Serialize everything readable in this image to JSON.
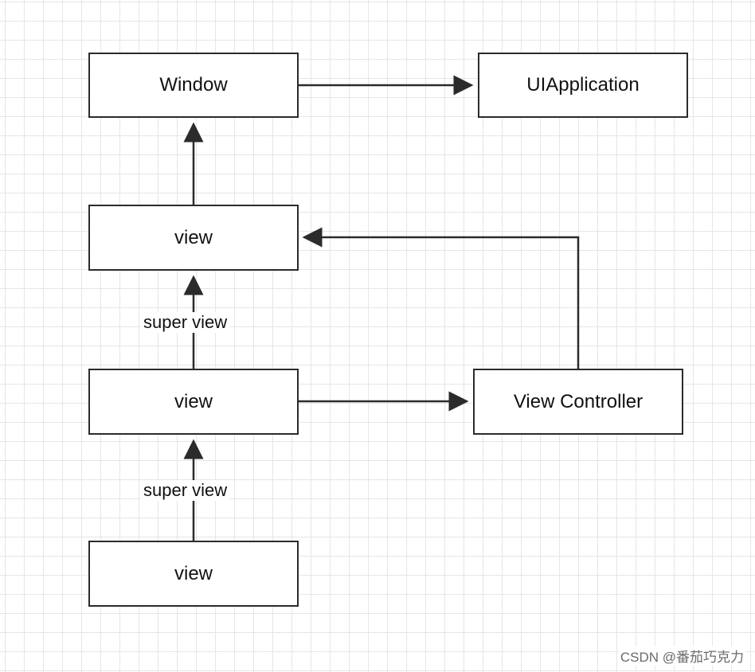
{
  "diagram": {
    "nodes": {
      "window": "Window",
      "uiapplication": "UIApplication",
      "view_top": "view",
      "view_middle": "view",
      "view_bottom": "view",
      "view_controller": "View Controller"
    },
    "edge_labels": {
      "middle_to_top": "super view",
      "bottom_to_middle": "super view"
    },
    "colors": {
      "stroke": "#2b2b2b",
      "grid": "#e6e6e6",
      "background": "#ffffff"
    }
  },
  "watermark": "CSDN @番茄巧克力"
}
